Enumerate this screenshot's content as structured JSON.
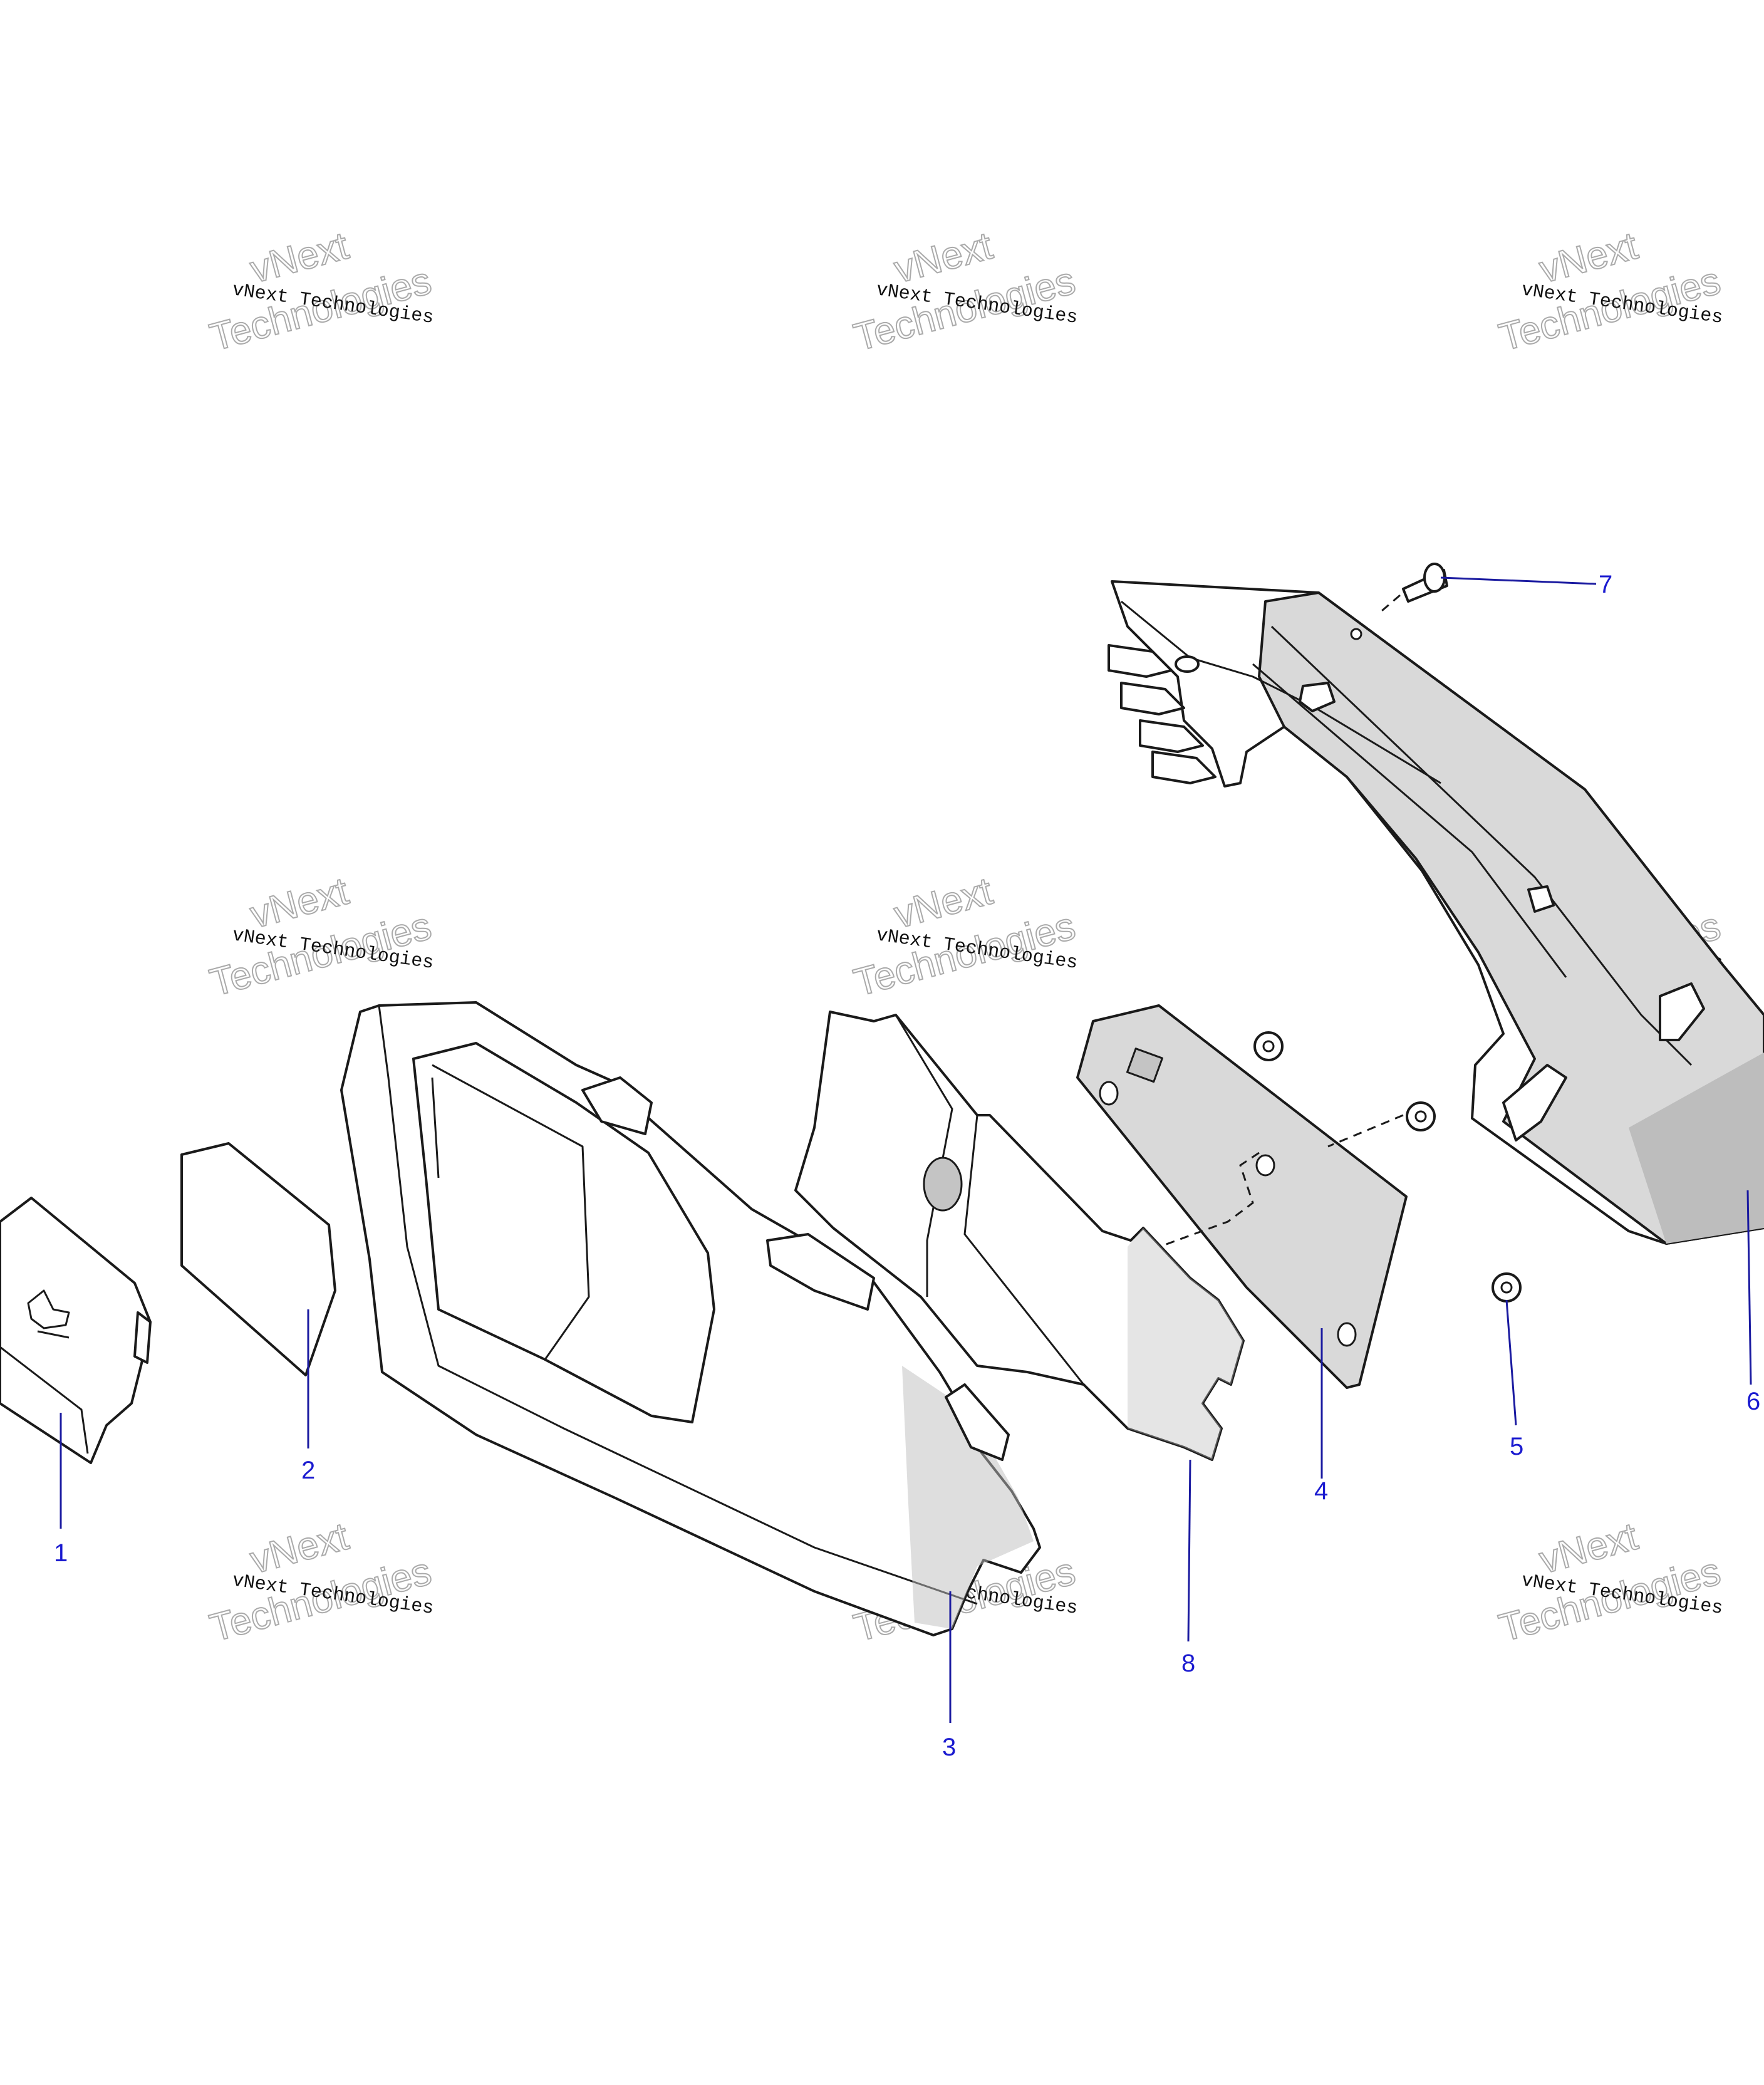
{
  "callouts": [
    {
      "id": "1",
      "label": "1"
    },
    {
      "id": "2",
      "label": "2"
    },
    {
      "id": "3",
      "label": "3"
    },
    {
      "id": "4",
      "label": "4"
    },
    {
      "id": "5",
      "label": "5"
    },
    {
      "id": "6",
      "label": "6"
    },
    {
      "id": "7",
      "label": "7"
    },
    {
      "id": "8",
      "label": "8"
    }
  ],
  "watermark": {
    "line_small": "vNext Technologies",
    "big_top": "vNext",
    "big_bottom": "Technologies"
  }
}
